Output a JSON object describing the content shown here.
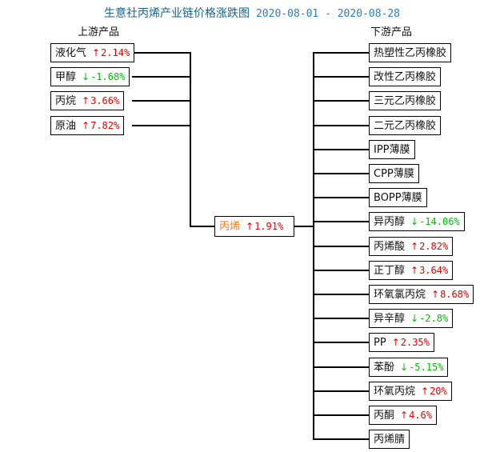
{
  "title": {
    "main": "生意社丙烯产业链价格涨跌图",
    "dates": "2020-08-01 - 2020-08-28"
  },
  "columns": {
    "upstream_label": "上游产品",
    "downstream_label": "下游产品"
  },
  "colors": {
    "title": "#16628f",
    "dates": "#2e7cb8",
    "up": "#e60000",
    "down": "#00c000",
    "center_name": "#ef7d1a",
    "line": "#000000"
  },
  "icons": {
    "up": "↑",
    "down": "↓"
  },
  "center": {
    "name": "丙烯",
    "arrow": "↑",
    "pct": "1.91%",
    "dir": "up"
  },
  "upstream": [
    {
      "name": "液化气",
      "arrow": "↑",
      "pct": "2.14%",
      "dir": "up"
    },
    {
      "name": "甲醇",
      "arrow": "↓",
      "pct": "-1.68%",
      "dir": "down"
    },
    {
      "name": "丙烷",
      "arrow": "↑",
      "pct": "3.66%",
      "dir": "up"
    },
    {
      "name": "原油",
      "arrow": "↑",
      "pct": "7.82%",
      "dir": "up"
    }
  ],
  "downstream": [
    {
      "name": "热塑性乙丙橡胶",
      "arrow": "",
      "pct": "",
      "dir": "none"
    },
    {
      "name": "改性乙丙橡胶",
      "arrow": "",
      "pct": "",
      "dir": "none"
    },
    {
      "name": "三元乙丙橡胶",
      "arrow": "",
      "pct": "",
      "dir": "none"
    },
    {
      "name": "二元乙丙橡胶",
      "arrow": "",
      "pct": "",
      "dir": "none"
    },
    {
      "name": "IPP薄膜",
      "arrow": "",
      "pct": "",
      "dir": "none"
    },
    {
      "name": "CPP薄膜",
      "arrow": "",
      "pct": "",
      "dir": "none"
    },
    {
      "name": "BOPP薄膜",
      "arrow": "",
      "pct": "",
      "dir": "none"
    },
    {
      "name": "异丙醇",
      "arrow": "↓",
      "pct": "-14.06%",
      "dir": "down"
    },
    {
      "name": "丙烯酸",
      "arrow": "↑",
      "pct": "2.82%",
      "dir": "up"
    },
    {
      "name": "正丁醇",
      "arrow": "↑",
      "pct": "3.64%",
      "dir": "up"
    },
    {
      "name": "环氧氯丙烷",
      "arrow": "↑",
      "pct": "8.68%",
      "dir": "up"
    },
    {
      "name": "异辛醇",
      "arrow": "↓",
      "pct": "-2.8%",
      "dir": "down"
    },
    {
      "name": "PP",
      "arrow": "↑",
      "pct": "2.35%",
      "dir": "up"
    },
    {
      "name": "苯酚",
      "arrow": "↓",
      "pct": "-5.15%",
      "dir": "down"
    },
    {
      "name": "环氧丙烷",
      "arrow": "↑",
      "pct": "20%",
      "dir": "up"
    },
    {
      "name": "丙酮",
      "arrow": "↑",
      "pct": "4.6%",
      "dir": "up"
    },
    {
      "name": "丙烯腈",
      "arrow": "",
      "pct": "",
      "dir": "none"
    }
  ]
}
